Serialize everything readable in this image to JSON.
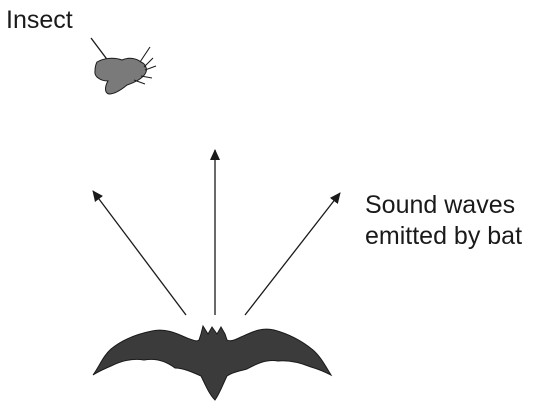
{
  "labels": {
    "insect": "Insect",
    "sound_waves_line1": "Sound waves",
    "sound_waves_line2": "emitted by bat"
  },
  "colors": {
    "ink": "#1a1a1a",
    "insect_fill": "#7a7a7a",
    "bat_fill": "#3b3b3b",
    "background": "#ffffff"
  },
  "icons": {
    "insect": "moth-icon",
    "bat": "bat-silhouette-icon"
  }
}
